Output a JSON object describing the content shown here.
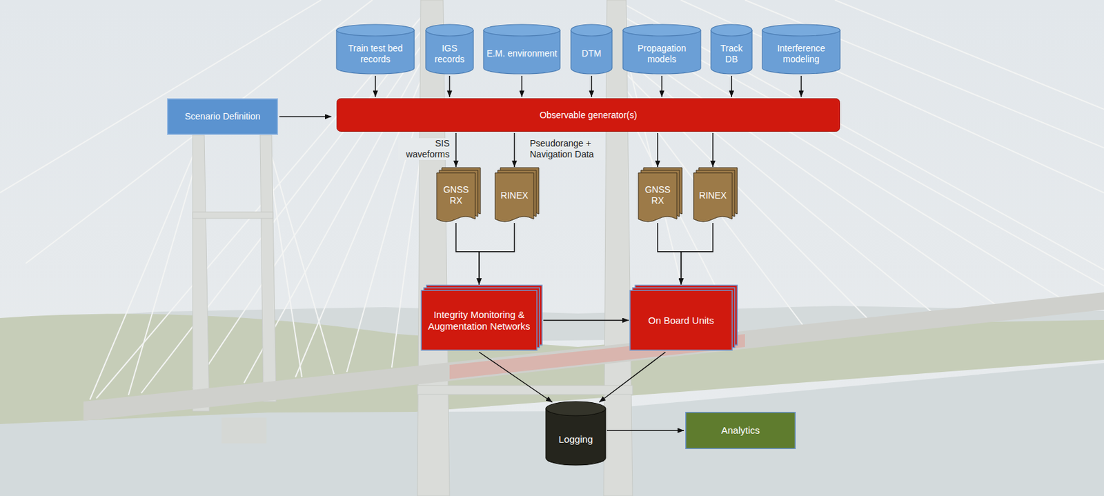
{
  "diagram": {
    "nodes": [
      {
        "text": [
          "Train test bed records"
        ]
      },
      {
        "text": [
          "IGS records"
        ]
      },
      {
        "text": [
          "E.M. environment"
        ]
      },
      {
        "text": [
          "DTM"
        ]
      },
      {
        "text": [
          "Propagation models"
        ]
      },
      {
        "text": [
          "Track DB"
        ]
      },
      {
        "text": [
          "Interference modeling"
        ]
      },
      {
        "text": [
          "Scenario Definition"
        ]
      },
      {
        "text": [
          "Observable generator(s)"
        ]
      },
      {
        "text": [
          "GNSS RX"
        ]
      },
      {
        "text": [
          "RINEX"
        ]
      },
      {
        "text": [
          "GNSS RX"
        ]
      },
      {
        "text": [
          "RINEX"
        ]
      },
      {
        "text": [
          "Integrity Monitoring & Augmentation Networks"
        ]
      },
      {
        "text": [
          "On Board Units"
        ]
      },
      {
        "text": [
          "Logging"
        ]
      },
      {
        "text": [
          "Analytics"
        ]
      }
    ],
    "edges": [
      {
        "from": 0,
        "to": 8,
        "arrow": "to"
      },
      {
        "from": 1,
        "to": 8,
        "arrow": "to"
      },
      {
        "from": 2,
        "to": 8,
        "arrow": "to"
      },
      {
        "from": 3,
        "to": 8,
        "arrow": "to"
      },
      {
        "from": 4,
        "to": 8,
        "arrow": "to"
      },
      {
        "from": 5,
        "to": 8,
        "arrow": "to"
      },
      {
        "from": 6,
        "to": 8,
        "arrow": "to"
      },
      {
        "from": 7,
        "to": 8,
        "arrow": "to"
      },
      {
        "from": 8,
        "to": 9,
        "arrow": "to",
        "label": "SIS waveforms"
      },
      {
        "from": 8,
        "to": 10,
        "arrow": "to",
        "label": "Pseudorange + Navigation Data"
      },
      {
        "from": 8,
        "to": 11,
        "arrow": "to"
      },
      {
        "from": 8,
        "to": 12,
        "arrow": "to"
      },
      {
        "from": 9,
        "to": 13,
        "arrow": "to"
      },
      {
        "from": 10,
        "to": 13,
        "arrow": "to"
      },
      {
        "from": 11,
        "to": 14,
        "arrow": "to"
      },
      {
        "from": 12,
        "to": 14,
        "arrow": "to"
      },
      {
        "from": 13,
        "to": 14,
        "arrow": "to"
      },
      {
        "from": 13,
        "to": 15,
        "arrow": "to"
      },
      {
        "from": 14,
        "to": 15,
        "arrow": "to"
      },
      {
        "from": 15,
        "to": 16,
        "arrow": "to"
      }
    ]
  }
}
